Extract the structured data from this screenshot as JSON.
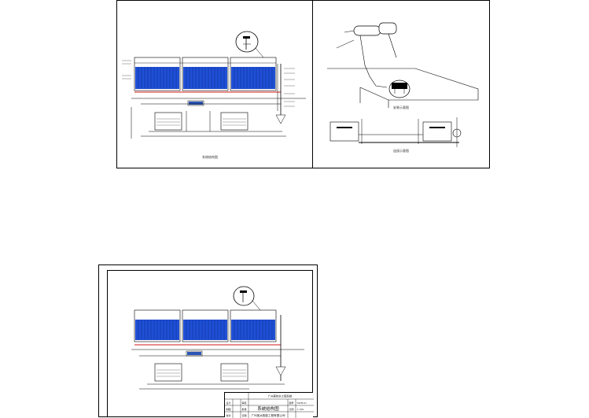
{
  "colors": {
    "panel_blue": "#1f4fd6",
    "panel_dark": "#0d2a86",
    "pipe_red": "#d01818",
    "line": "#000000"
  },
  "sheet1": {
    "caption": "系统结构图"
  },
  "sheet2": {
    "caption_top": "安装示意图",
    "caption_bottom": "连接示意图"
  },
  "sheet3": {
    "title_block": {
      "project": "广州某热水工程系统",
      "drawing_title": "系统结构图",
      "company": "广州某太阳能工程有限公司",
      "drawing_no": "SWH-01",
      "scale": "1:100",
      "r1": [
        "设计",
        "审核"
      ],
      "r2": [
        "制图",
        "批准"
      ],
      "r3": [
        "校对",
        "日期"
      ],
      "right_labels": [
        "图号",
        "比例"
      ]
    }
  }
}
